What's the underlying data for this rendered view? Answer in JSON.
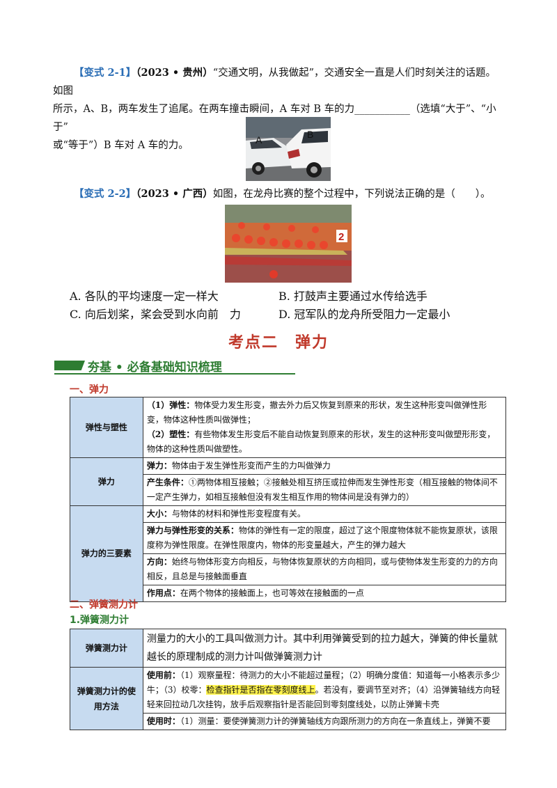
{
  "q21": {
    "tag": "【变式 2-1】",
    "source": "（2023 • 贵州）",
    "line1": "“交通文明，从我做起”，交通安全一直是人们时刻关注的话题。如图",
    "line2": "所示，A、B，两车发生了追尾。在两车撞击瞬间，A 车对 B 车的力___________（选填“大于”、“小于”",
    "line3": "或“等于”）B 车对 A 车的力。",
    "label_a": "A",
    "label_b": "B"
  },
  "q22": {
    "tag": "【变式 2-2】",
    "source": "（2023 • 广西）",
    "text": "如图，在龙舟比赛的整个过程中，下列说法正确的是（　　）。",
    "boat_number": "2",
    "options": {
      "a": "A.  各队的平均速度一定一样大",
      "b": "B.  打鼓声主要通过水传给选手",
      "c": "C.  向后划桨，桨会受到水向前　力",
      "d": "D.  冠军队的龙舟所受阻力一定最小"
    }
  },
  "kaodian_title": "考点二　弹力",
  "banner": "夯基 • 必备基础知识梳理",
  "section1": "一、弹力",
  "table1": {
    "row1_head": "弹性与塑性",
    "row1_a_key": "（1）弹性：",
    "row1_a_text": "物体受力发生形变，撤去外力后又恢复到原来的形状，发生这种形变叫做弹性形变，物体这种性质叫做弹性；",
    "row1_b_key": "（2）塑性：",
    "row1_b_text": "有些物体发生形变后不能自动恢复到原来的形状，发生的这种形变叫做塑形形变，物体的这种性质叫做塑性。",
    "row2_head": "弹力",
    "row2_a_key": "弹力：",
    "row2_a_text": "物体由于发生弹性形变而产生的力叫做弹力",
    "row2_b_key": "产生条件：",
    "row2_b_text": "①两物体相互接触；②接触处相互挤压或拉伸而发生弹性形变（相互接触的物体间不一定产生弹力，如相互接触但没有发生相互作用的物体间是没有弹力的）",
    "row3_head": "弹力的三要素",
    "row3_a_key": "大小：",
    "row3_a_text": "与物体的材料和弹性形变程度有关。",
    "row3_b_key": "弹力与弹性形变的关系：",
    "row3_b_text": "物体的弹性有一定的限度，超过了这个限度物体就不能恢复原状，该限度称为弹性限度。在弹性限度内，物体的形变量越大，产生的弹力越大",
    "row3_c_key": "方向：",
    "row3_c_text": "始终与物体形变方向相反，与物体恢复原状的方向相同，或与使物体发生形变的力的方向相反，且总是与接触面垂直",
    "row3_d_key": "作用点：",
    "row3_d_text": "在两个物体的接触面上，也可等效在接触面的一点"
  },
  "section2": "二、弹簧测力计",
  "sub1": "1.弹簧测力计",
  "table2": {
    "row1_head": "弹簧测力计",
    "row1_text": "测量力的大小的工具叫做测力计。其中利用弹簧受到的拉力越大，弹簧的伸长量就越长的原理制成的测力计叫做弹簧测力计",
    "row2_head": "弹簧测力计的使用方法",
    "row2_a_key": "使用前：",
    "row2_a_text1": "（1）观察量程：待测力的大小不能超过量程；（2）明确分度值：知道每一小格表示多少牛；（3）校零：",
    "row2_a_highlight": "检查指针是否指在零刻度线上",
    "row2_a_text2": "。若没有，要调节至对齐；（4）沿弹簧轴线方向轻轻来回拉动几次挂钩，放手后观察指针是否能回到零刻度线处，以防止弹簧卡壳",
    "row2_b_key": "使用时：",
    "row2_b_text": "（1）测量：要使弹簧测力计的弹簧轴线方向跟所测力的方向在一条直线上，弹簧不要"
  }
}
